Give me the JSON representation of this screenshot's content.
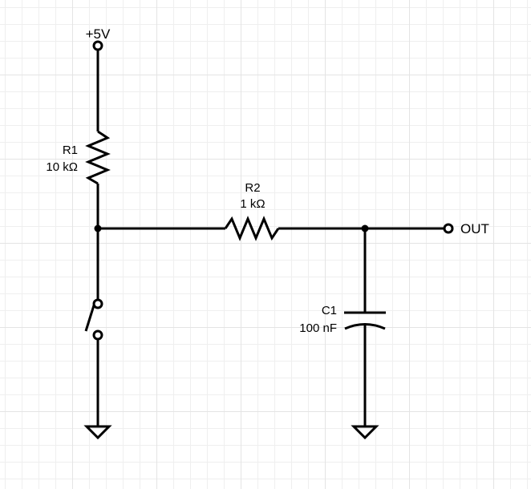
{
  "supply": {
    "label": "+5V"
  },
  "r1": {
    "ref": "R1",
    "value": "10 kΩ"
  },
  "r2": {
    "ref": "R2",
    "value": "1 kΩ"
  },
  "c1": {
    "ref": "C1",
    "value": "100 nF"
  },
  "output": {
    "label": "OUT"
  }
}
